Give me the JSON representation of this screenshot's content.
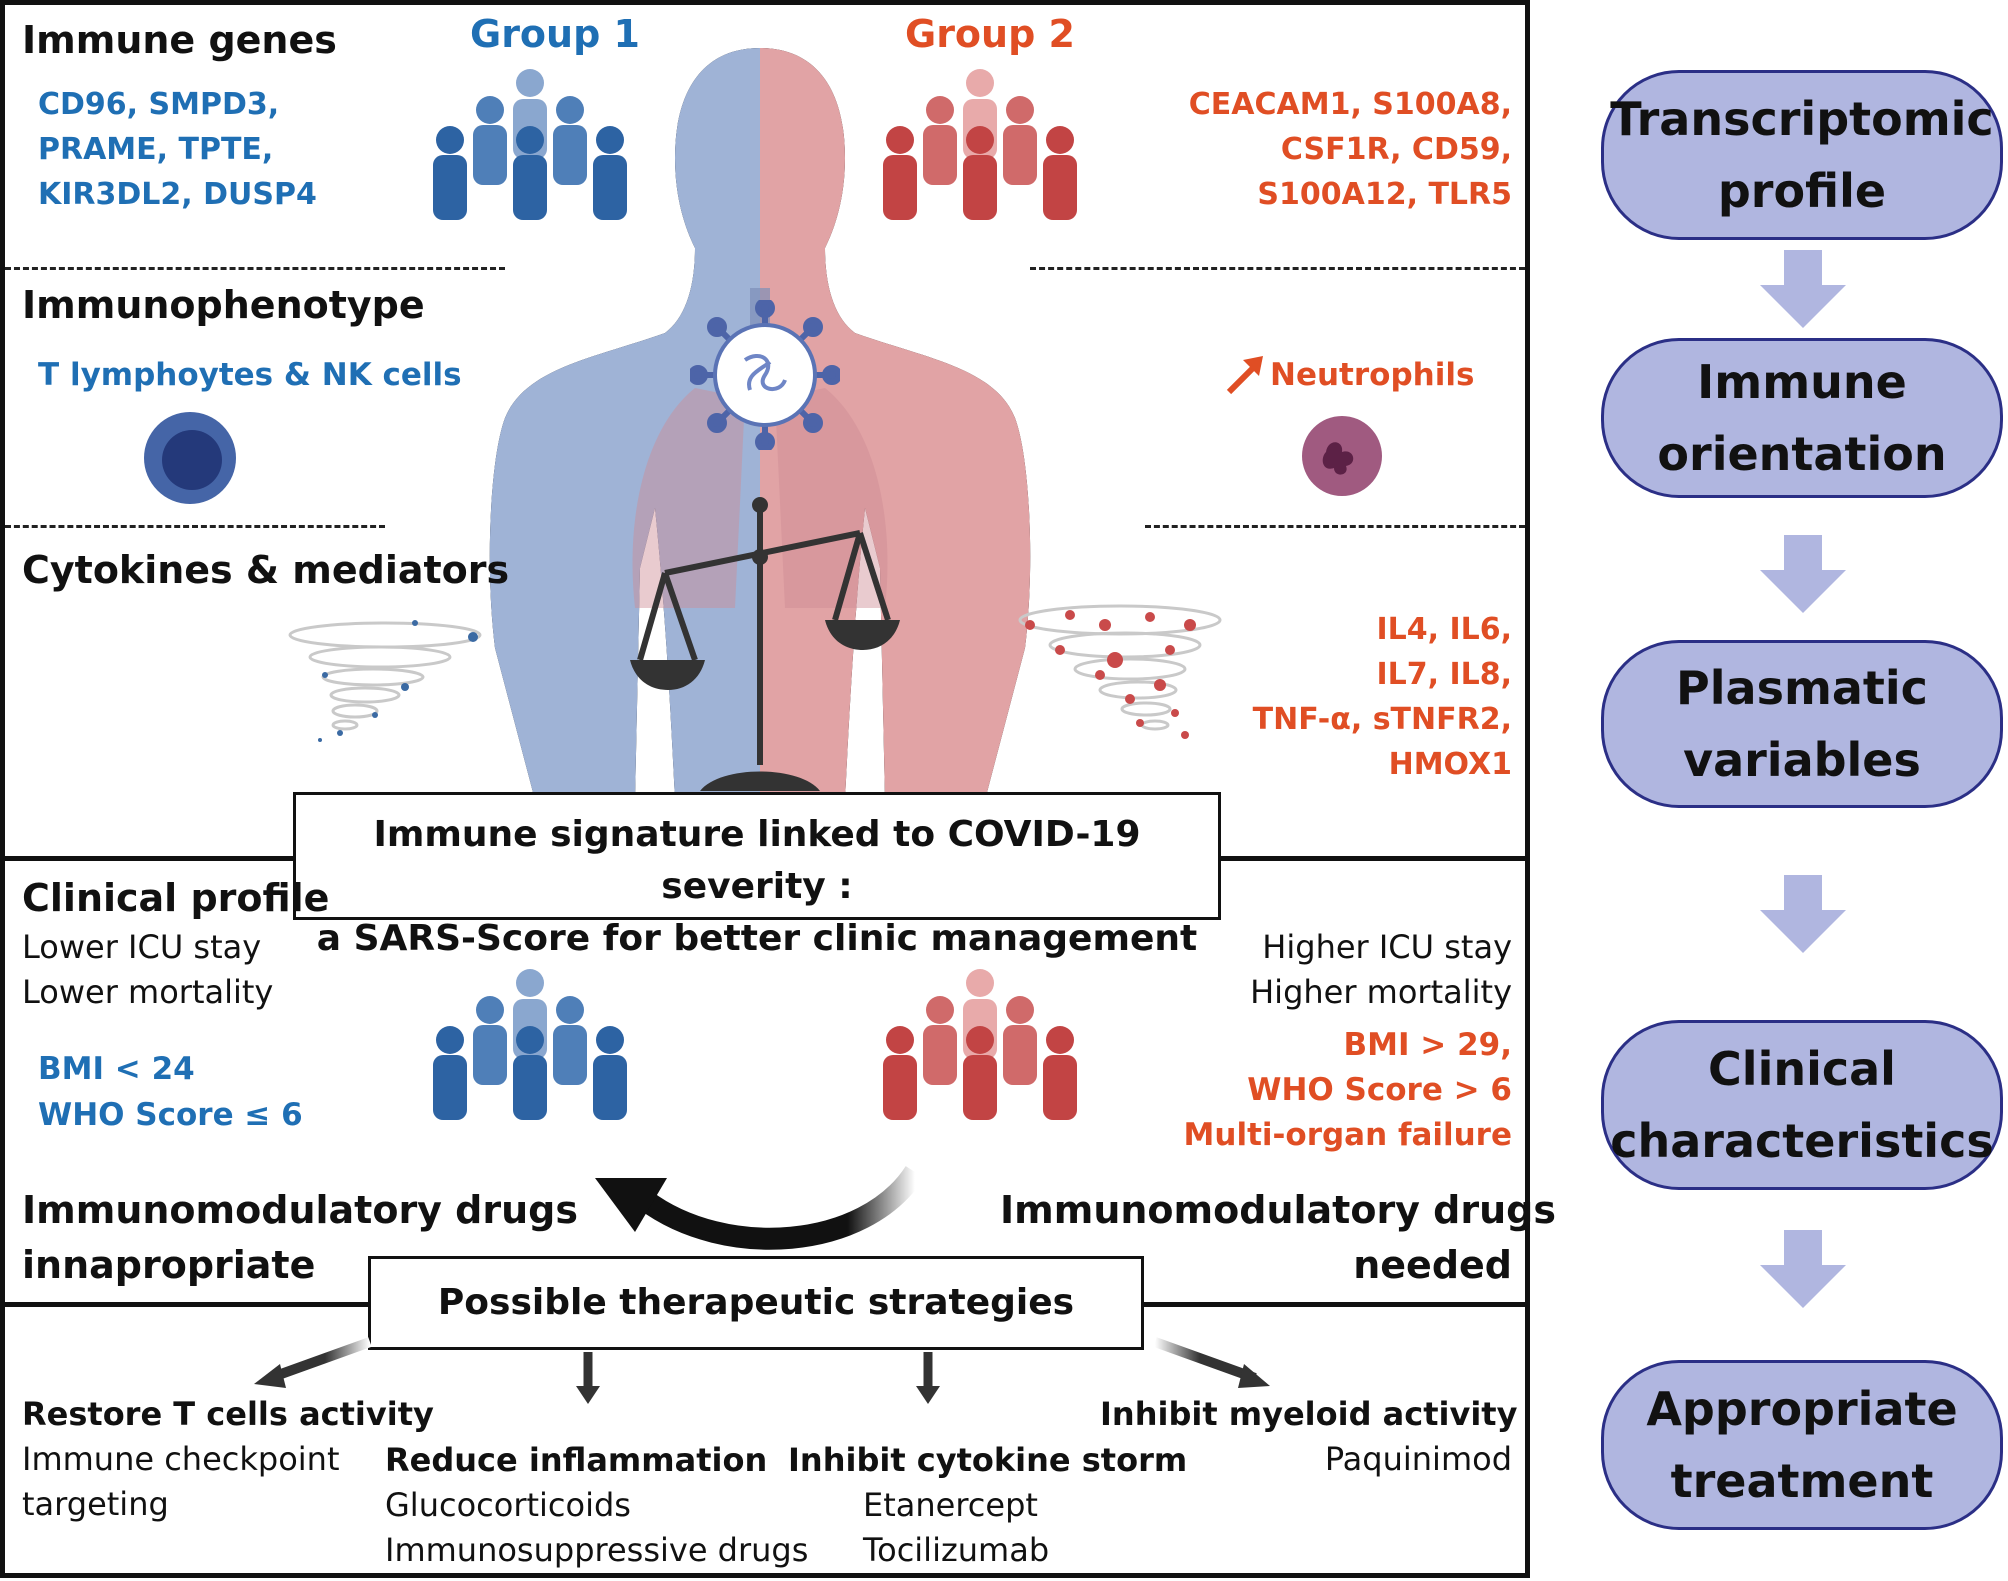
{
  "groups": {
    "group1_label": "Group 1",
    "group2_label": "Group 2"
  },
  "sections": {
    "immune_genes": {
      "title": "Immune genes",
      "group1": [
        "CD96, SMPD3,",
        "PRAME, TPTE,",
        "KIR3DL2, DUSP4"
      ],
      "group2": [
        "CEACAM1, S100A8,",
        "CSF1R, CD59,",
        "S100A12, TLR5"
      ]
    },
    "immunophenotype": {
      "title": "Immunophenotype",
      "group1": "T lymphoytes & NK cells",
      "group2": "Neutrophils"
    },
    "cytokines": {
      "title": "Cytokines & mediators",
      "group2": [
        "IL4, IL6,",
        "IL7, IL8,",
        "TNF-α, sTNFR2,",
        "HMOX1"
      ]
    }
  },
  "center_box": {
    "line1": "Immune signature linked to COVID-19 severity :",
    "line2": "a SARS-Score for better clinic management"
  },
  "clinical": {
    "title": "Clinical profile",
    "group1_outcomes": [
      "Lower ICU stay",
      "Lower mortality"
    ],
    "group1_criteria": [
      "BMI < 24",
      "WHO Score ≤ 6"
    ],
    "group2_outcomes": [
      "Higher ICU stay",
      "Higher mortality"
    ],
    "group2_criteria": [
      "BMI > 29,",
      "WHO Score > 6",
      "Multi-organ failure"
    ],
    "group1_drugs": [
      "Immunomodulatory drugs",
      "innapropriate"
    ],
    "group2_drugs": [
      "Immunomodulatory drugs",
      "needed"
    ]
  },
  "therapy_box": "Possible therapeutic strategies",
  "strategies": [
    {
      "title": "Restore T cells activity",
      "lines": [
        "Immune checkpoint",
        "targeting"
      ]
    },
    {
      "title": "Reduce inflammation",
      "lines": [
        "Glucocorticoids",
        "Immunosuppressive drugs"
      ]
    },
    {
      "title": "Inhibit cytokine storm",
      "lines": [
        "Etanercept",
        "Tocilizumab"
      ]
    },
    {
      "title": "Inhibit myeloid activity",
      "lines": [
        "Paquinimod"
      ]
    }
  ],
  "flowchart": [
    "Transcriptomic\nprofile",
    "Immune\norientation",
    "Plasmatic\nvariables",
    "Clinical\ncharacteristics",
    "Appropriate\ntreatment"
  ],
  "colors": {
    "group1": "#1f6fb4",
    "group2": "#e04e24",
    "flow_fill": "#b0b6e0",
    "flow_border": "#2b2f86",
    "arrow": "#b0b6e0"
  },
  "icons": {
    "group1_people": "people-group-icon",
    "group2_people": "people-group-icon",
    "lymphocyte": "lymphocyte-cell-icon",
    "neutrophil": "neutrophil-cell-icon",
    "virus": "coronavirus-icon",
    "scale": "balance-scale-icon",
    "cytokine_storm": "tornado-icon",
    "up_arrow": "increase-arrow-icon"
  }
}
